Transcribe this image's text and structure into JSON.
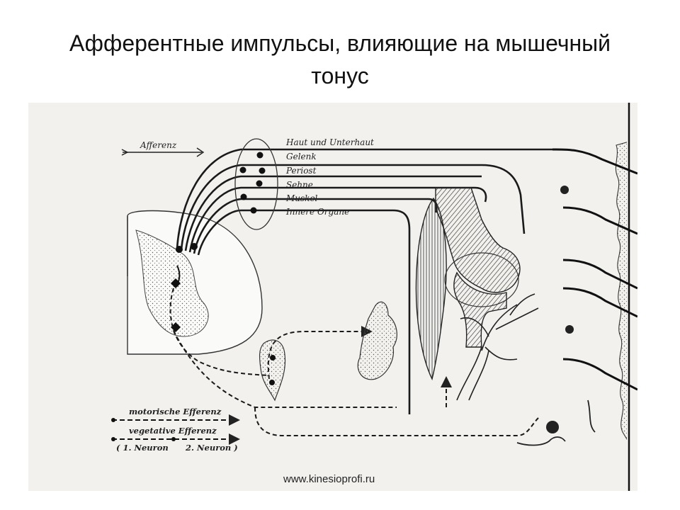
{
  "slide": {
    "title": "Афферентные импульсы, влияющие на мышечный тонус"
  },
  "figure": {
    "afferenz_label": "Afferenz",
    "pathway_labels": [
      "Haut und Unterhaut",
      "Gelenk",
      "Periost",
      "Sehne",
      "Muskel",
      "Innere Organe"
    ],
    "legend": {
      "motor": "motorische Efferenz",
      "vegetative": "vegetative Efferenz",
      "neuron1": "( 1. Neuron",
      "neuron2": "2. Neuron )"
    },
    "watermark": "www.kinesioprofi.ru"
  }
}
